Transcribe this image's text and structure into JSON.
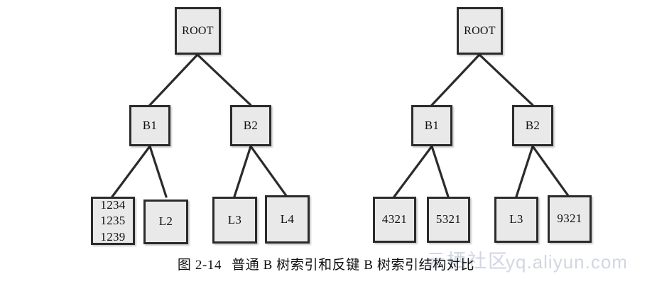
{
  "figure": {
    "caption_number": "图 2-14",
    "caption_text": "普通 B 树索引和反键 B 树索引结构对比",
    "background_color": "#ffffff",
    "node_fill_color": "#e9e9e9",
    "node_border_color": "#2b2b2b",
    "edge_color": "#2b2b2b"
  },
  "watermark": {
    "chinese": "云栖社区",
    "url": "yq.aliyun.com",
    "color": "#c8cfe0"
  },
  "diagram_data": {
    "type": "diagram",
    "title": "普通 B 树索引和反键 B 树索引结构对比",
    "trees": [
      {
        "name": "normal-b-tree-index",
        "root": {
          "label": "ROOT"
        },
        "branches": [
          {
            "label": "B1"
          },
          {
            "label": "B2"
          }
        ],
        "leaves": [
          {
            "lines": [
              "1234",
              "1235",
              "1239"
            ],
            "parent": "B1"
          },
          {
            "lines": [
              "L2"
            ],
            "parent": "B1"
          },
          {
            "lines": [
              "L3"
            ],
            "parent": "B2"
          },
          {
            "lines": [
              "L4"
            ],
            "parent": "B2"
          }
        ]
      },
      {
        "name": "reverse-key-b-tree-index",
        "root": {
          "label": "ROOT"
        },
        "branches": [
          {
            "label": "B1"
          },
          {
            "label": "B2"
          }
        ],
        "leaves": [
          {
            "lines": [
              "4321"
            ],
            "parent": "B1"
          },
          {
            "lines": [
              "5321"
            ],
            "parent": "B1"
          },
          {
            "lines": [
              "L3"
            ],
            "parent": "B2"
          },
          {
            "lines": [
              "9321"
            ],
            "parent": "B2"
          }
        ]
      }
    ]
  },
  "left_tree": {
    "root": "ROOT",
    "b1": "B1",
    "b2": "B2",
    "leaf1_line1": "1234",
    "leaf1_line2": "1235",
    "leaf1_line3": "1239",
    "leaf2": "L2",
    "leaf3": "L3",
    "leaf4": "L4"
  },
  "right_tree": {
    "root": "ROOT",
    "b1": "B1",
    "b2": "B2",
    "leaf1": "4321",
    "leaf2": "5321",
    "leaf3": "L3",
    "leaf4": "9321"
  }
}
